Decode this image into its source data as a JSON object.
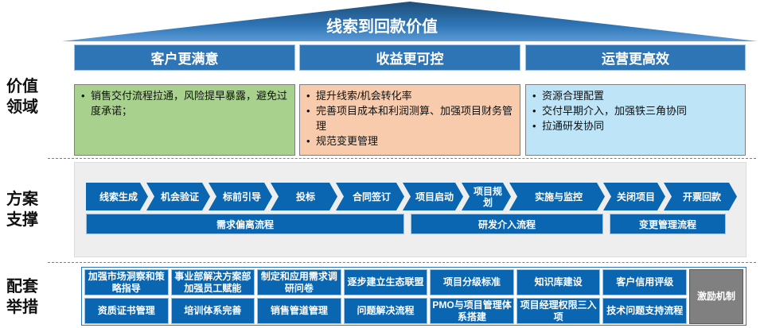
{
  "title": "线索到回款价值",
  "side_labels": {
    "value": [
      "价值",
      "领域"
    ],
    "solution": [
      "方案",
      "支撑"
    ],
    "measures": [
      "配套",
      "举措"
    ]
  },
  "domains": [
    {
      "header": "客户更满意",
      "items": [
        "销售交付流程拉通，风险提早暴露，避免过度承诺；"
      ],
      "color": "#a9d18e"
    },
    {
      "header": "收益更可控",
      "items": [
        "提升线索/机会转化率",
        "完善项目成本和利润测算、加强项目财务管理",
        "规范变更管理"
      ],
      "color": "#f8cbad"
    },
    {
      "header": "运营更高效",
      "items": [
        "资源合理配置",
        "交付早期介入，加强铁三角协同",
        "拉通研发协同"
      ],
      "color": "#bde4f7"
    }
  ],
  "process_steps": [
    "线索生成",
    "机会验证",
    "标前引导",
    "投标",
    "合同签订",
    "项目启动",
    "项目规划",
    "实施与监控",
    "关闭项目",
    "开票回款"
  ],
  "flows": [
    "需求偏离流程",
    "研发介入流程",
    "变更管理流程"
  ],
  "measures": {
    "row1": [
      "加强市场洞察和策略指导",
      "事业部解决方案部加强员工赋能",
      "制定和应用需求调研问卷",
      "逐步建立生态联盟",
      "项目分级标准",
      "知识库建设",
      "客户信用评级"
    ],
    "row2": [
      "资质证书管理",
      "培训体系完善",
      "销售管道管理",
      "问题解决流程",
      "PMO与项目管理体系搭建",
      "项目经理权限三入项",
      "技术问题支持流程"
    ],
    "incentive": "激励机制"
  }
}
